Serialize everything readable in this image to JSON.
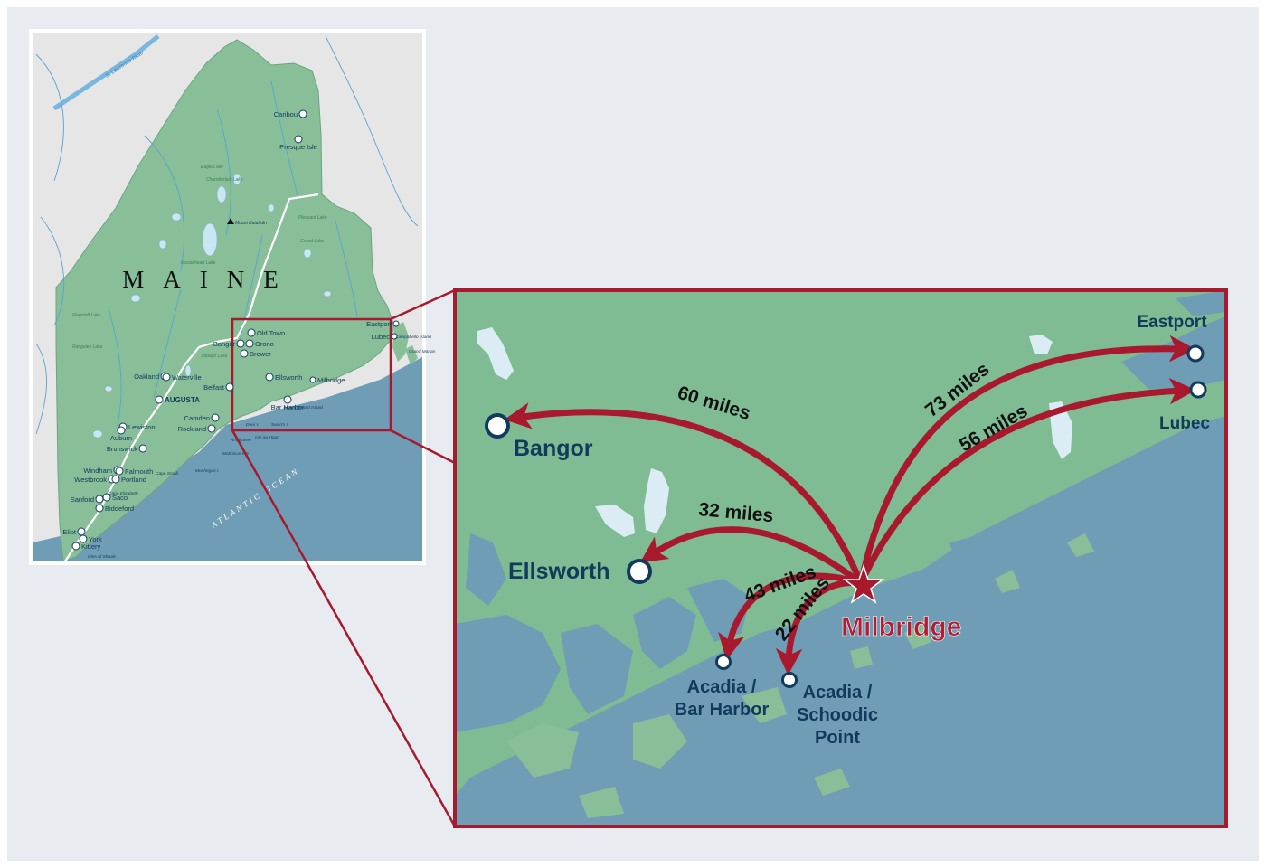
{
  "colors": {
    "background": "#e8ebef",
    "land": "#88bf98",
    "land_inset": "#7fbc93",
    "water": "#6f9db6",
    "lake": "#dcecf4",
    "border_red": "#a8192e",
    "label_navy": "#123a5c",
    "milbridge_red": "#b01e33",
    "white_road": "#ffffff",
    "neighbor_land": "#e6e6e6"
  },
  "overview_map": {
    "state_label": "MAINE",
    "ocean_label": "ATLANTIC OCEAN",
    "river_label": "St Lawrence River",
    "mountain_label": "Mount Katahdin",
    "lakes": [
      "Chamberlain Lake",
      "Eagle Lake",
      "Moosehead Lake",
      "Sebago Lake",
      "Grand Lake",
      "Pleasant Lake",
      "Flagstaff Lake",
      "Rangeley Lake"
    ],
    "islands": [
      "Mount Desert Island",
      "Isle au Haut",
      "Swan's I.",
      "Deer I.",
      "Vinalhaven",
      "Matinicus Isle",
      "Monhegan I.",
      "Isles of Shoals",
      "Campobello Island",
      "Grand Manan"
    ],
    "capes": [
      "Cape Small",
      "Cape Elizabeth"
    ],
    "cities": [
      {
        "name": "Caribou"
      },
      {
        "name": "Presque Isle"
      },
      {
        "name": "Old Town"
      },
      {
        "name": "Orono"
      },
      {
        "name": "Bangor"
      },
      {
        "name": "Brewer"
      },
      {
        "name": "Ellsworth"
      },
      {
        "name": "Bar Harbor"
      },
      {
        "name": "Milbridge"
      },
      {
        "name": "Belfast"
      },
      {
        "name": "Camden"
      },
      {
        "name": "Rockland"
      },
      {
        "name": "Oakland"
      },
      {
        "name": "Waterville"
      },
      {
        "name": "AUGUSTA"
      },
      {
        "name": "Lewiston"
      },
      {
        "name": "Auburn"
      },
      {
        "name": "Brunswick"
      },
      {
        "name": "Windham"
      },
      {
        "name": "Falmouth"
      },
      {
        "name": "Westbrook"
      },
      {
        "name": "Portland"
      },
      {
        "name": "Sanford"
      },
      {
        "name": "Saco"
      },
      {
        "name": "Biddeford"
      },
      {
        "name": "Eliot"
      },
      {
        "name": "York"
      },
      {
        "name": "Kittery"
      },
      {
        "name": "Eastport"
      },
      {
        "name": "Lubec"
      }
    ]
  },
  "detail_map": {
    "origin": "Milbridge",
    "destinations": [
      {
        "name": "Bangor",
        "distance": "60 miles"
      },
      {
        "name": "Ellsworth",
        "distance": "32 miles"
      },
      {
        "name": "Acadia / Bar Harbor",
        "line1": "Acadia /",
        "line2": "Bar Harbor",
        "distance": "43 miles"
      },
      {
        "name": "Acadia / Schoodic Point",
        "line1": "Acadia /",
        "line2": "Schoodic",
        "line3": "Point",
        "distance": "22 miles"
      },
      {
        "name": "Eastport",
        "distance": "73 miles"
      },
      {
        "name": "Lubec",
        "distance": "56 miles"
      }
    ]
  }
}
